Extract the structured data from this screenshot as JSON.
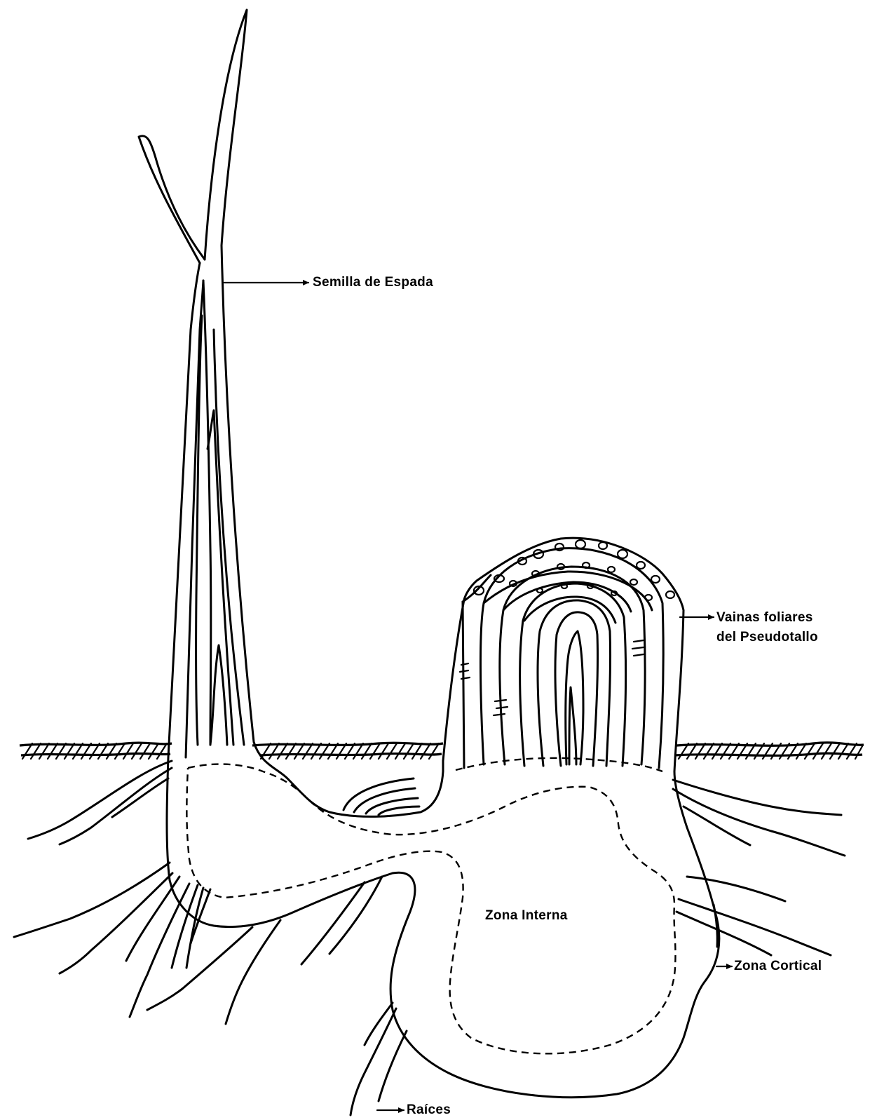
{
  "labels": {
    "sword_sucker": "Semilla de Espada",
    "leaf_sheaths_line1": "Vainas foliares",
    "leaf_sheaths_line2": "del Pseudotallo",
    "inner_zone": "Zona Interna",
    "cortical_zone": "Zona Cortical",
    "roots": "Raíces"
  },
  "colors": {
    "ink": "#000000",
    "background": "#ffffff"
  }
}
